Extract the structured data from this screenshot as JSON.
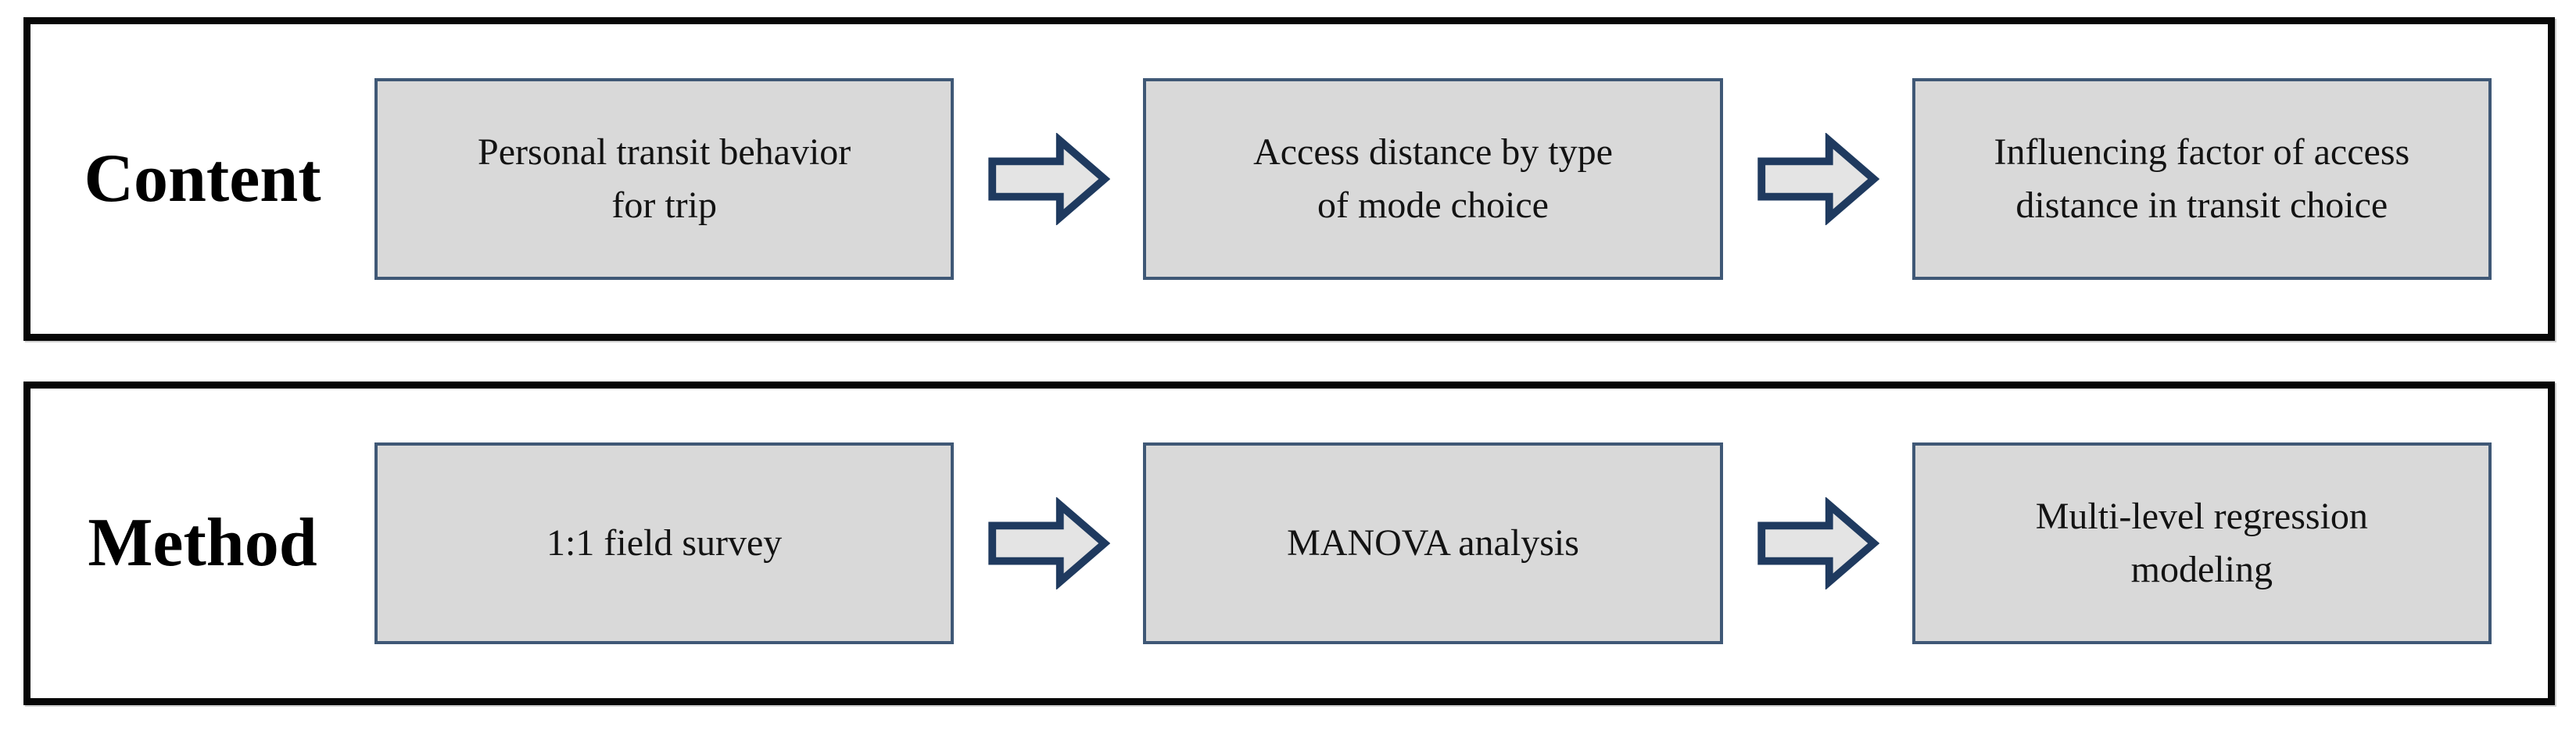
{
  "rows": [
    {
      "label": "Content",
      "boxes": [
        {
          "lines": [
            "Personal transit behavior",
            "for trip"
          ]
        },
        {
          "lines": [
            "Access distance by type",
            "of mode choice"
          ]
        },
        {
          "lines": [
            "Influencing factor of access",
            "distance in transit choice"
          ]
        }
      ]
    },
    {
      "label": "Method",
      "boxes": [
        {
          "lines": [
            "1:1 field survey"
          ]
        },
        {
          "lines": [
            "MANOVA analysis"
          ]
        },
        {
          "lines": [
            "Multi-level regression",
            "modeling"
          ]
        }
      ]
    }
  ],
  "icons": {
    "right-arrow-icon": "⇨"
  },
  "colors": {
    "frame_border": "#070707",
    "box_fill": "#d9d9d9",
    "box_border": "#3f5876",
    "arrow_fill": "#e4e4e4",
    "arrow_stroke": "#1f3a5f",
    "text": "#131313",
    "background": "#ffffff"
  }
}
